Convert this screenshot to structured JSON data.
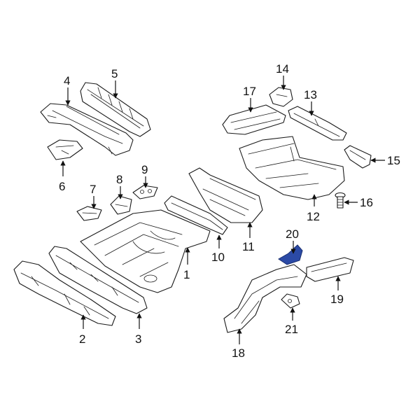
{
  "diagram": {
    "highlight_color": "#2b4aa6",
    "line_color": "#1a1a1a",
    "callouts": [
      "1",
      "2",
      "3",
      "4",
      "5",
      "6",
      "7",
      "8",
      "9",
      "10",
      "11",
      "12",
      "13",
      "14",
      "15",
      "16",
      "17",
      "18",
      "19",
      "20",
      "21"
    ],
    "highlighted_part": "20"
  }
}
